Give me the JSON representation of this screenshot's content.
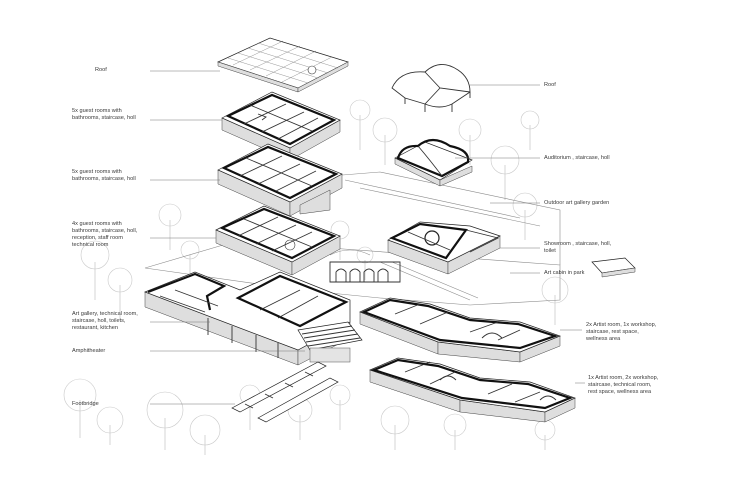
{
  "labels": {
    "roof_left": "Roof",
    "guest_top": "5x guest rooms with\nbathrooms, staircase, holl",
    "guest_mid": "5x guest rooms with\nbathrooms, staircase, holl",
    "guest_low": "4x guest rooms with\nbathrooms, staircase, holl,\nreception, staff room\ntechnical room",
    "art_gallery": "Art gallery, technical room,\nstaircase, holl, toilets,\nrestaurant, kitchen",
    "amphitheater": "Amphitheater",
    "footbridge": "Footbridge",
    "roof_right": "Roof",
    "auditorium": "Auditorium , staircase, holl",
    "outdoor_gallery": "Outdoor art gallery garden",
    "showroom": "Showroom , staircase, holl,\ntoilet",
    "art_cabin": "Art cabin in park",
    "artist_room_2x": "2x Artist room, 1x workshop,\nstaircase, rest space,\nwellness area",
    "artist_room_1x": "1x Artist room, 2x workshop,\nstaircase, technical room,\nrest space, wellness area"
  },
  "colors": {
    "linework": "#222222",
    "label_text": "#3a3a3a",
    "trees": "#c9c9c9",
    "background": "#ffffff"
  }
}
